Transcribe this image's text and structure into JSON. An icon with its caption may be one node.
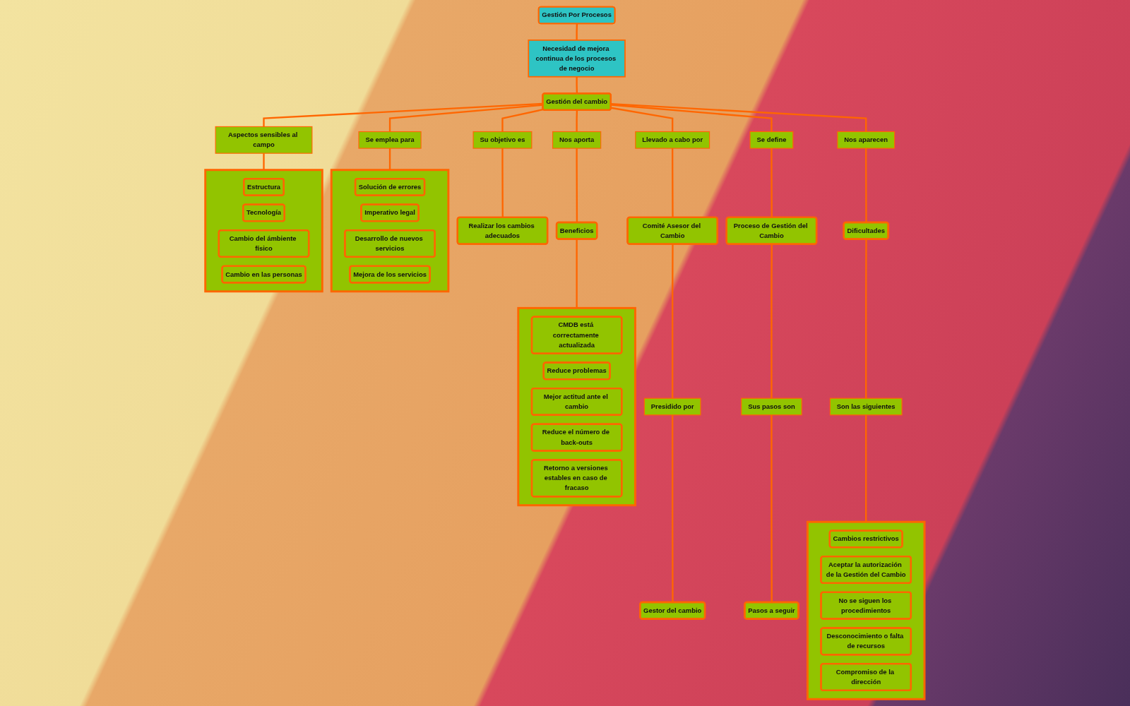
{
  "diagram": {
    "nodes": [
      {
        "text": [
          "Gestión Por Procesos"
        ]
      },
      {
        "text": [
          "Necesidad de mejora continua de los procesos de negocio"
        ]
      },
      {
        "text": [
          "Gestión del cambio"
        ]
      },
      {
        "text": [
          "Su objetivo es"
        ]
      },
      {
        "text": [
          "Se emplea para"
        ]
      },
      {
        "text": [
          "Llevado a cabo por"
        ]
      },
      {
        "text": [
          "Aspectos sensibles al campo"
        ]
      },
      {
        "text": [
          "Se define"
        ]
      },
      {
        "text": [
          "Nos aporta"
        ]
      },
      {
        "text": [
          "Nos aparecen"
        ]
      },
      {
        "text": [
          "Realizar los cambios adecuados"
        ]
      },
      {
        "text": [],
        "shape": "box"
      },
      {
        "text": [
          "Solución de errores"
        ],
        "in": 11
      },
      {
        "text": [
          "Imperativo legal"
        ],
        "in": 11
      },
      {
        "text": [
          "Desarrollo de nuevos servicios"
        ],
        "in": 11
      },
      {
        "text": [
          "Mejora de los servicios"
        ],
        "in": 11
      },
      {
        "text": [],
        "shape": "box"
      },
      {
        "text": [
          "Estructura"
        ],
        "in": 16
      },
      {
        "text": [
          "Tecnología"
        ],
        "in": 16
      },
      {
        "text": [
          "Cambio del ámbiente físico"
        ],
        "in": 16
      },
      {
        "text": [
          "Cambio en las personas"
        ],
        "in": 16
      },
      {
        "text": [
          "Comité Asesor del Cambio"
        ]
      },
      {
        "text": [
          "Presidido por"
        ]
      },
      {
        "text": [
          "Gestor del cambio"
        ]
      },
      {
        "text": [
          "Proceso de Gestión del Cambio"
        ]
      },
      {
        "text": [
          "Sus pasos son"
        ]
      },
      {
        "text": [
          "Pasos a seguir"
        ]
      },
      {
        "text": [
          "Beneficios"
        ]
      },
      {
        "text": [],
        "shape": "box"
      },
      {
        "text": [
          "CMDB está correctamente actualizada"
        ],
        "in": 28
      },
      {
        "text": [
          "Reduce problemas"
        ],
        "in": 28
      },
      {
        "text": [
          "Mejor actitud ante el cambio"
        ],
        "in": 28
      },
      {
        "text": [
          "Reduce el número de back-outs"
        ],
        "in": 28
      },
      {
        "text": [
          "Retorno a versiones estables en caso de fracaso"
        ],
        "in": 28
      },
      {
        "text": [
          "Dificultades"
        ]
      },
      {
        "text": [
          "Son las siguientes"
        ]
      },
      {
        "text": [],
        "shape": "box"
      },
      {
        "text": [
          "Cambios restrictivos"
        ],
        "in": 36
      },
      {
        "text": [
          "Aceptar la autorización de la Gestión del Cambio"
        ],
        "in": 36
      },
      {
        "text": [
          "No se siguen los procedimientos"
        ],
        "in": 36
      },
      {
        "text": [
          "Desconocimiento o falta de recursos"
        ],
        "in": 36
      },
      {
        "text": [
          "Compromiso de la dirección"
        ],
        "in": 36
      }
    ],
    "edges": [
      {
        "from": 0,
        "to": 1,
        "arrow": "none"
      },
      {
        "from": 1,
        "to": 2,
        "arrow": "none"
      },
      {
        "from": 2,
        "to": 3,
        "arrow": "none"
      },
      {
        "from": 2,
        "to": 4,
        "arrow": "none"
      },
      {
        "from": 2,
        "to": 6,
        "arrow": "none"
      },
      {
        "from": 2,
        "to": 5,
        "arrow": "none"
      },
      {
        "from": 2,
        "to": 7,
        "arrow": "none"
      },
      {
        "from": 2,
        "to": 8,
        "arrow": "none"
      },
      {
        "from": 2,
        "to": 9,
        "arrow": "none"
      },
      {
        "from": 3,
        "to": 10,
        "arrow": "none"
      },
      {
        "from": 4,
        "to": 11,
        "arrow": "none"
      },
      {
        "from": 6,
        "to": 16,
        "arrow": "none"
      },
      {
        "from": 5,
        "to": 21,
        "arrow": "none"
      },
      {
        "from": 21,
        "to": 22,
        "arrow": "none"
      },
      {
        "from": 22,
        "to": 23,
        "arrow": "none"
      },
      {
        "from": 7,
        "to": 24,
        "arrow": "none"
      },
      {
        "from": 24,
        "to": 25,
        "arrow": "none"
      },
      {
        "from": 25,
        "to": 26,
        "arrow": "none"
      },
      {
        "from": 8,
        "to": 27,
        "arrow": "none"
      },
      {
        "from": 27,
        "to": 28,
        "arrow": "none"
      },
      {
        "from": 9,
        "to": 34,
        "arrow": "none"
      },
      {
        "from": 34,
        "to": 35,
        "arrow": "none"
      },
      {
        "from": 35,
        "to": 36,
        "arrow": "none"
      }
    ]
  }
}
